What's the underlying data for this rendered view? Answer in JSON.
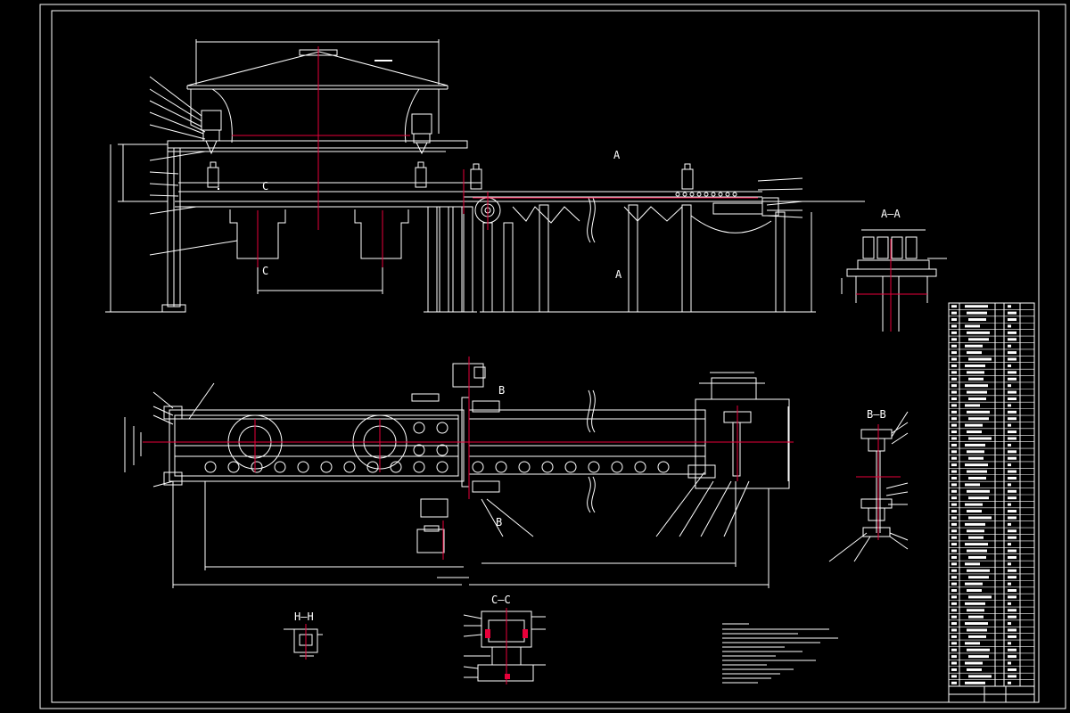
{
  "drawing": {
    "section_labels": {
      "c_top": "C",
      "c_bottom": "C",
      "a_top": "A",
      "a_bottom": "A",
      "aa_view": "A—A",
      "b_top": "B",
      "b_bottom": "B",
      "bb_view": "B—B",
      "hh_view": "H—H",
      "cc_view": "C—C"
    },
    "colors": {
      "line": "#ffffff",
      "center": "#e8003a",
      "background": "#000000"
    }
  }
}
